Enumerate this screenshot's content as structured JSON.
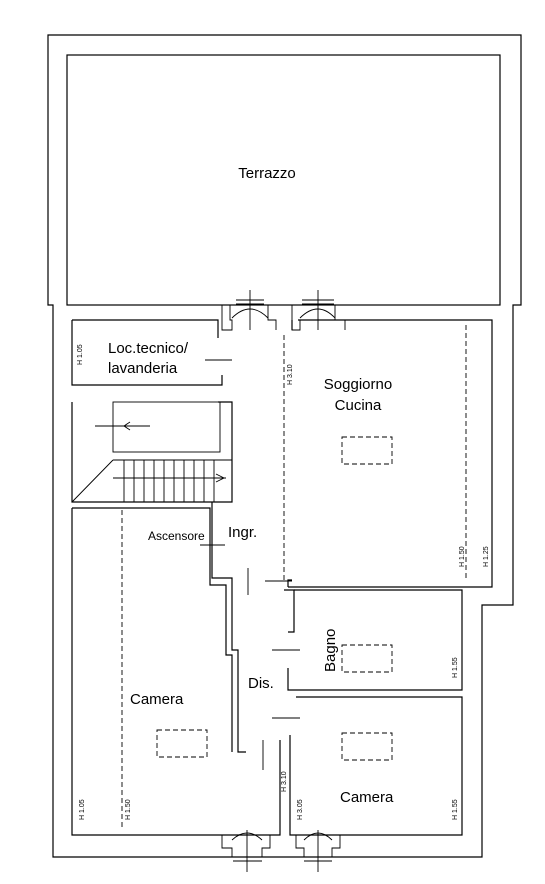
{
  "rooms": {
    "terrazzo": "Terrazzo",
    "loc_tecnico_1": "Loc.tecnico/",
    "loc_tecnico_2": "lavanderia",
    "soggiorno": "Soggiorno",
    "cucina": "Cucina",
    "ascensore": "Ascensore",
    "ingresso": "Ingr.",
    "bagno": "Bagno",
    "disimpegno": "Dis.",
    "camera_left": "Camera",
    "camera_right": "Camera"
  },
  "heights": {
    "loc_tecnico": "H 1.05",
    "corridor_top": "H 3.10",
    "soggiorno_a": "H 1.50",
    "soggiorno_b": "H 1.25",
    "bagno": "H 1.55",
    "camera_left_a": "H 1.05",
    "camera_left_b": "H 1.50",
    "corridor_bottom": "H 3.10",
    "camera_right_a": "H 3.05",
    "camera_right_b": "H 1.55"
  }
}
